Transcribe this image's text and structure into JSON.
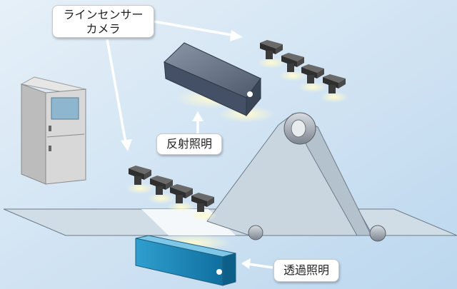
{
  "labels": {
    "camera_line1": "ラインセンサー",
    "camera_line2": "カメラ",
    "reflected_light": "反射照明",
    "transmitted_light": "透過照明"
  },
  "colors": {
    "background": "#cfe3f3",
    "light_box_top": "#6f7d8f",
    "light_box_bottom": "#1a7fb0",
    "camera": "#3e3e3e",
    "glow": "#fff6b0"
  },
  "icons": [
    "line-sensor-camera-icon",
    "computer-cabinet-icon",
    "lighting-unit-icon",
    "roller-icon"
  ]
}
